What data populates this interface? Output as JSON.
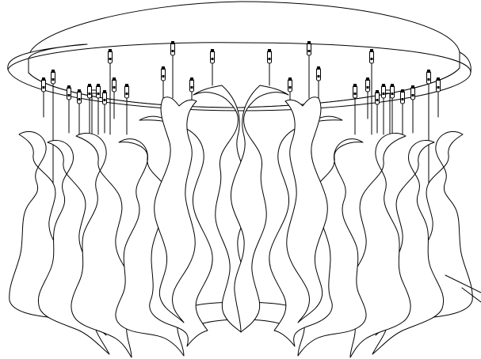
{
  "figure": {
    "subject": "hanging-chandelier-sculpture",
    "colors": {
      "line": "#000000",
      "fill": "#ffffff"
    },
    "components": {
      "canopy": "ceiling-disc",
      "panels": "hanging-curved-panels",
      "hangers": "suspension-wires-with-clips",
      "pointer": "leader-line"
    },
    "panel_count": 14
  }
}
